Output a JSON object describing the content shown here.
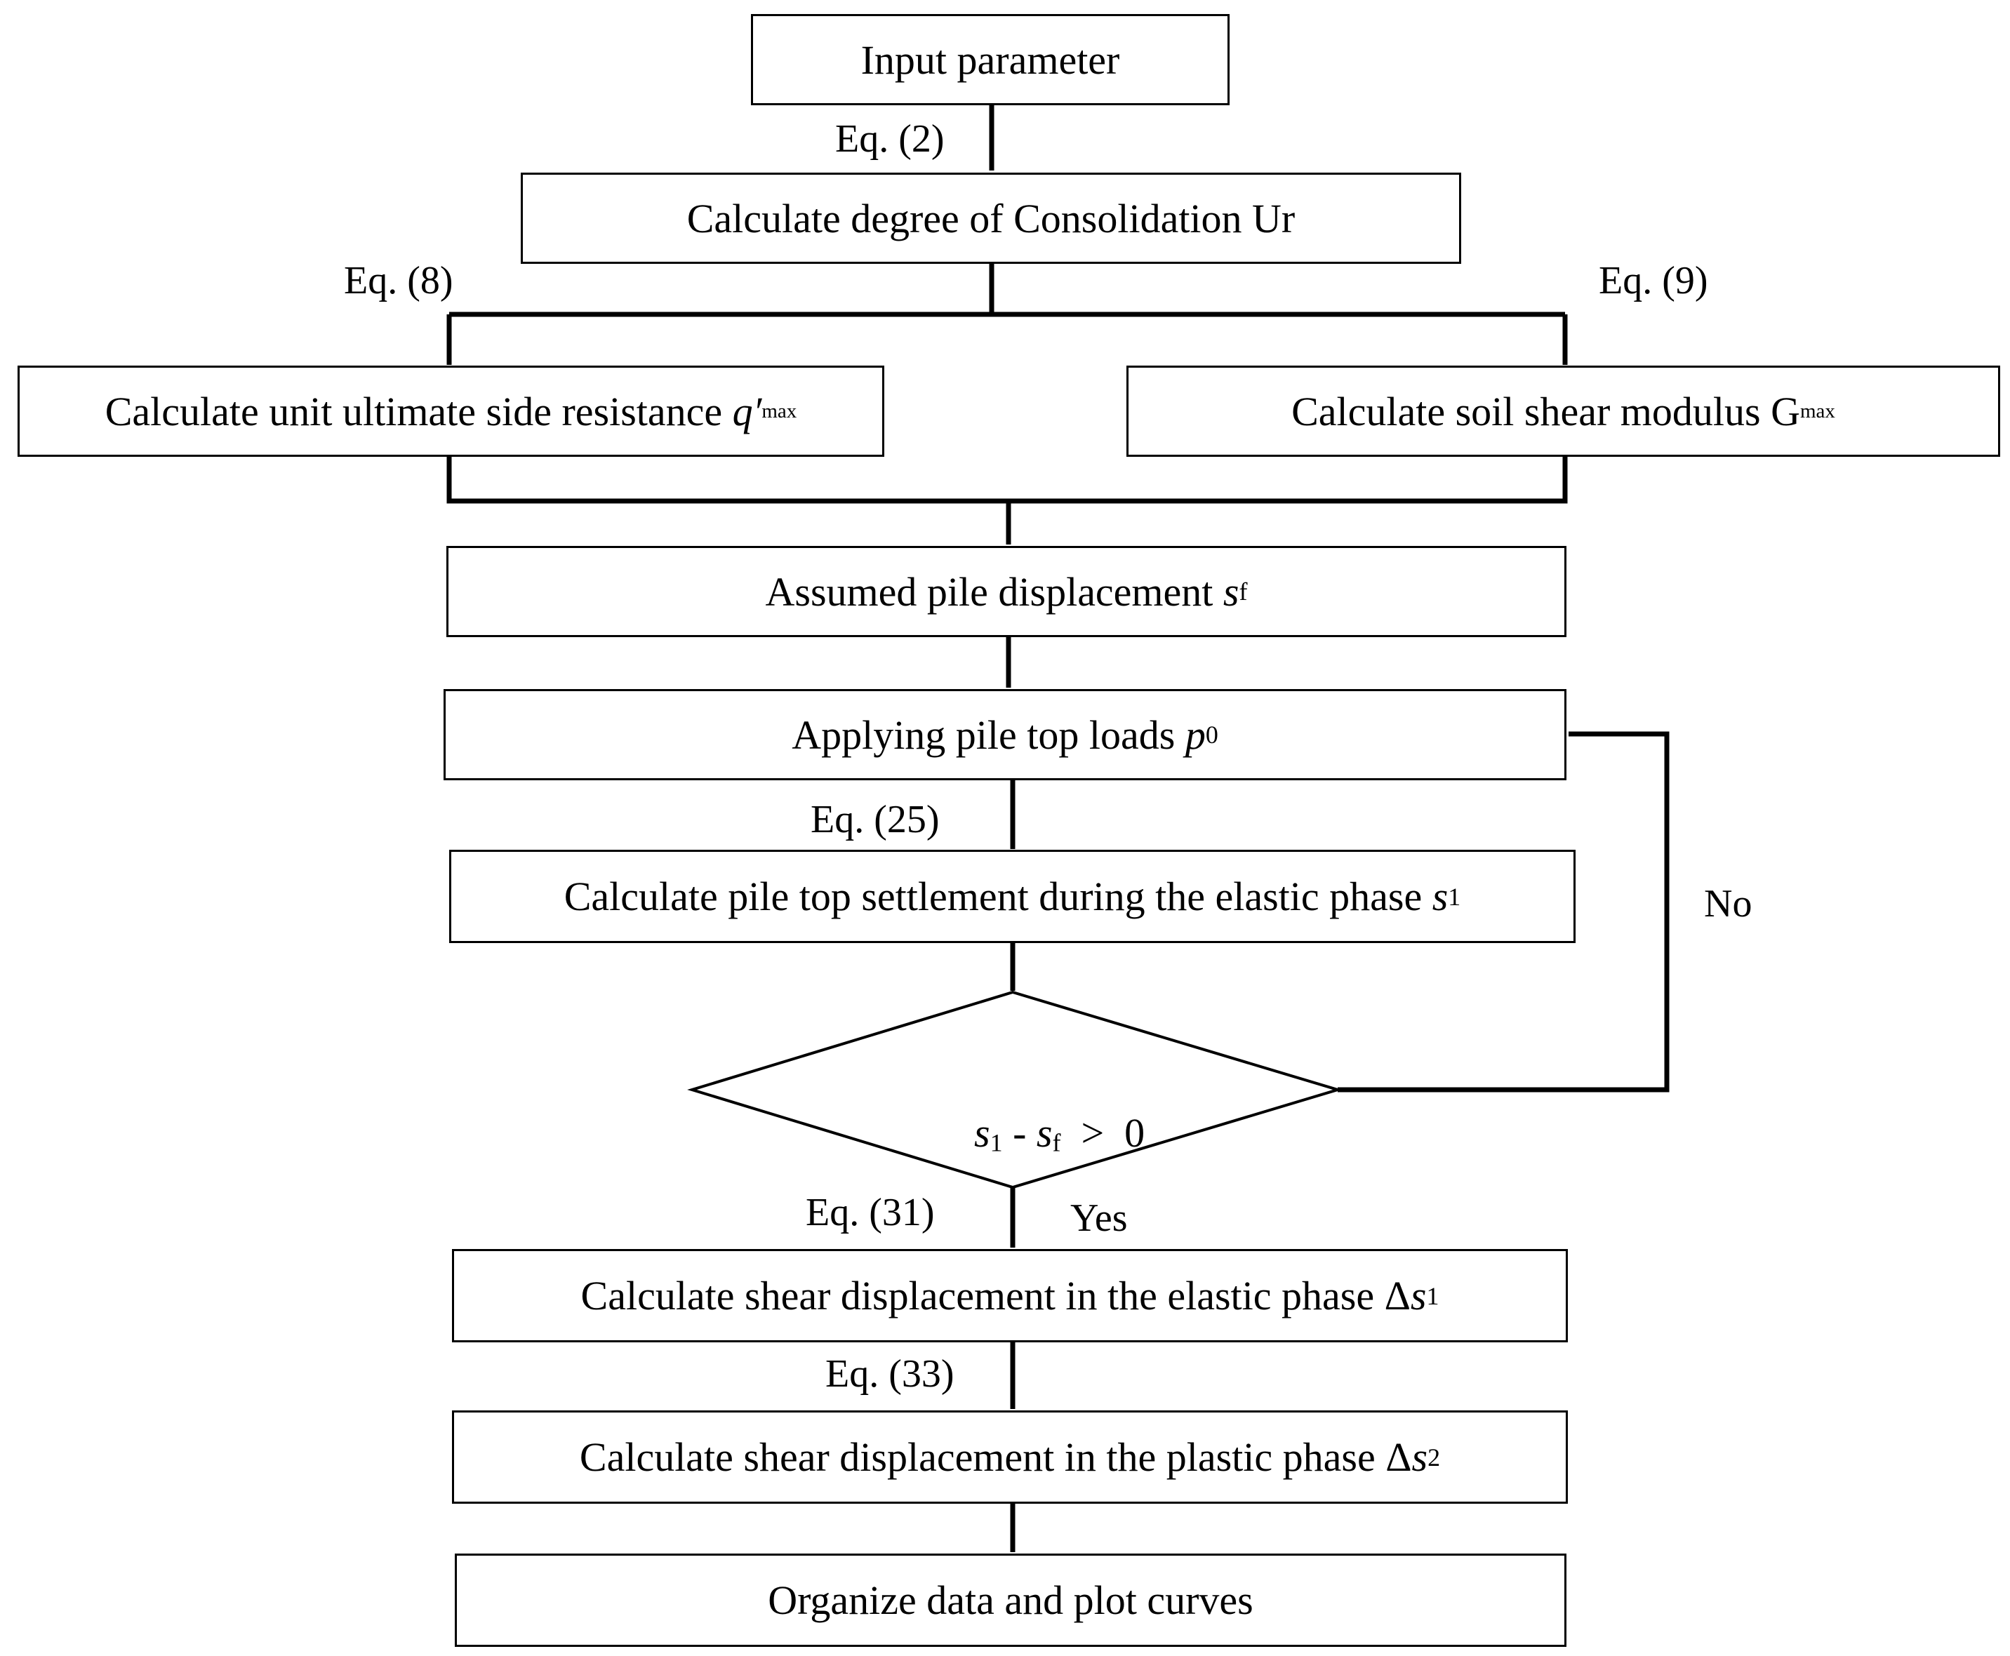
{
  "nodes": {
    "input": {
      "text": "Input parameter"
    },
    "consolidation": {
      "text": "Calculate degree of Consolidation Ur"
    },
    "side_resistance": {
      "text": "Calculate unit ultimate side resistance ",
      "sym": "q′",
      "sub": "max"
    },
    "shear_modulus": {
      "text": "Calculate soil shear modulus G",
      "sub": "max"
    },
    "assumed_disp": {
      "text": "Assumed pile displacement ",
      "sym": "s",
      "sub": "f"
    },
    "apply_load": {
      "text": "Applying pile top loads ",
      "sym": "p",
      "sub": "0"
    },
    "elastic_settle": {
      "text": "Calculate pile top settlement during the elastic phase ",
      "sym": "s",
      "sub": "1"
    },
    "decision": {
      "s1": "s",
      "s1_sub": "1",
      "minus": " - ",
      "sf": "s",
      "sf_sub": "f",
      "op": "  >  0"
    },
    "elastic_shear": {
      "text": "Calculate shear displacement in the elastic phase Δ",
      "sym": "s",
      "sub": "1"
    },
    "plastic_shear": {
      "text": "Calculate shear displacement in the plastic phase Δ",
      "sym": "s",
      "sub": "2"
    },
    "organize": {
      "text": "Organize data and plot curves"
    }
  },
  "edge_labels": {
    "eq2": "Eq. (2)",
    "eq8": "Eq. (8)",
    "eq9": "Eq. (9)",
    "eq25": "Eq. (25)",
    "eq31": "Eq. (31)",
    "eq33": "Eq. (33)",
    "yes": "Yes",
    "no": "No"
  }
}
